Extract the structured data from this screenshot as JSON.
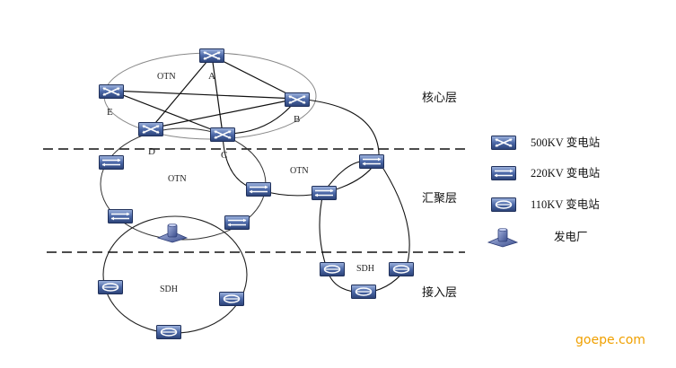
{
  "layers": {
    "core": "核心层",
    "aggregation": "汇聚层",
    "access": "接入层"
  },
  "networks": {
    "otn_core": "OTN",
    "otn_left": "OTN",
    "otn_right": "OTN",
    "sdh_left": "SDH",
    "sdh_right": "SDH"
  },
  "nodes": {
    "a": "A",
    "b": "B",
    "c": "C",
    "d": "D",
    "e": "E"
  },
  "legend": {
    "kv500": "500KV 变电站",
    "kv220": "220KV 变电站",
    "kv110": "110KV 变电站",
    "plant": "发电厂"
  },
  "watermark": "goepe.com",
  "colors": {
    "device_fill": "#3d5a9a",
    "device_light": "#8fa8d8",
    "line": "#222222",
    "ring": "#777777",
    "watermark": "#f0a000"
  }
}
